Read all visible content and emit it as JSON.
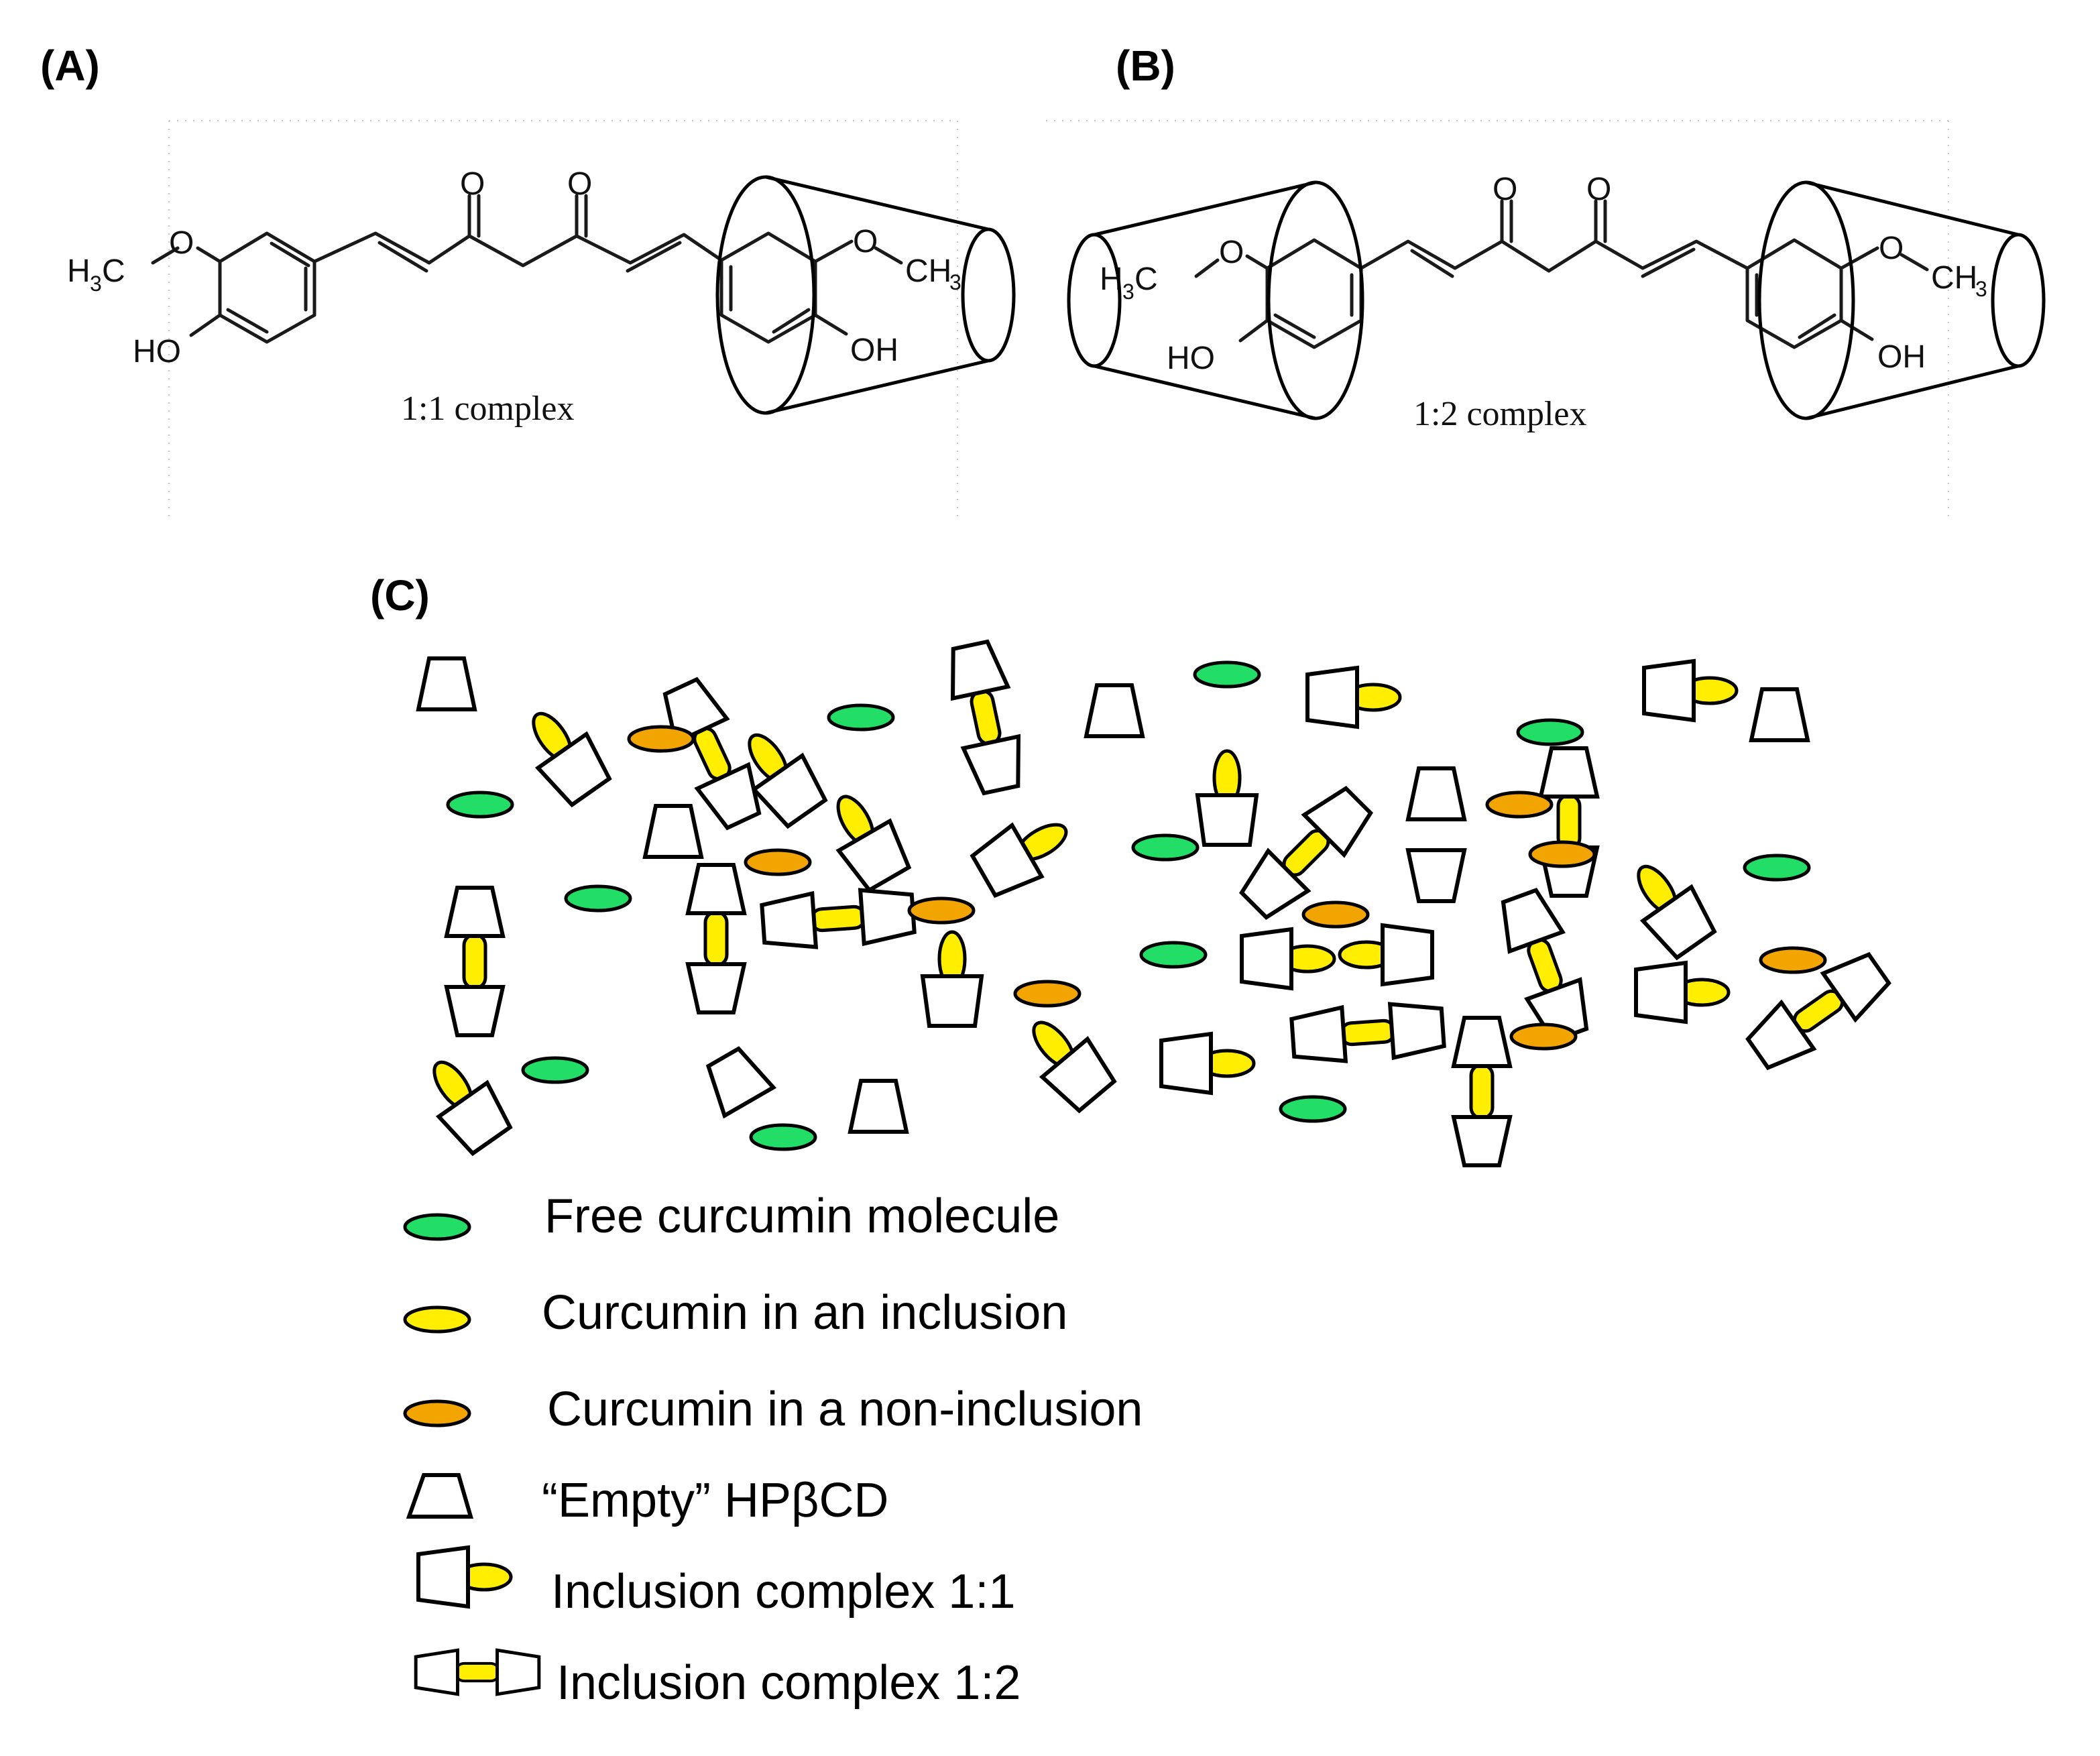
{
  "panels": {
    "a": {
      "label": "(A)",
      "caption": "1:1 complex"
    },
    "b": {
      "label": "(B)",
      "caption": "1:2 complex"
    },
    "c": {
      "label": "(C)"
    }
  },
  "chem_labels": {
    "o": "O",
    "h3c_left": "H",
    "h3c_sub": "3",
    "h3c_c": "C",
    "ch3_c": "CH",
    "ch3_sub": "3",
    "ho": "HO",
    "oh": "OH"
  },
  "colors": {
    "free": "#22dd66",
    "inclusion": "#ffee00",
    "non_inclusion": "#f2a500",
    "outline": "#000000"
  },
  "legend": [
    {
      "symbol": "free-ellipse",
      "text": "Free curcumin molecule"
    },
    {
      "symbol": "inclusion-ellipse",
      "text": "Curcumin in an inclusion"
    },
    {
      "symbol": "non-inclusion-ellipse",
      "text": "Curcumin in a non-inclusion"
    },
    {
      "symbol": "empty-cyclodextrin",
      "text": "“Empty” HPβCD"
    },
    {
      "symbol": "complex-1-1",
      "text": "Inclusion complex 1:1"
    },
    {
      "symbol": "complex-1-2",
      "text": "Inclusion complex 1:2"
    }
  ]
}
